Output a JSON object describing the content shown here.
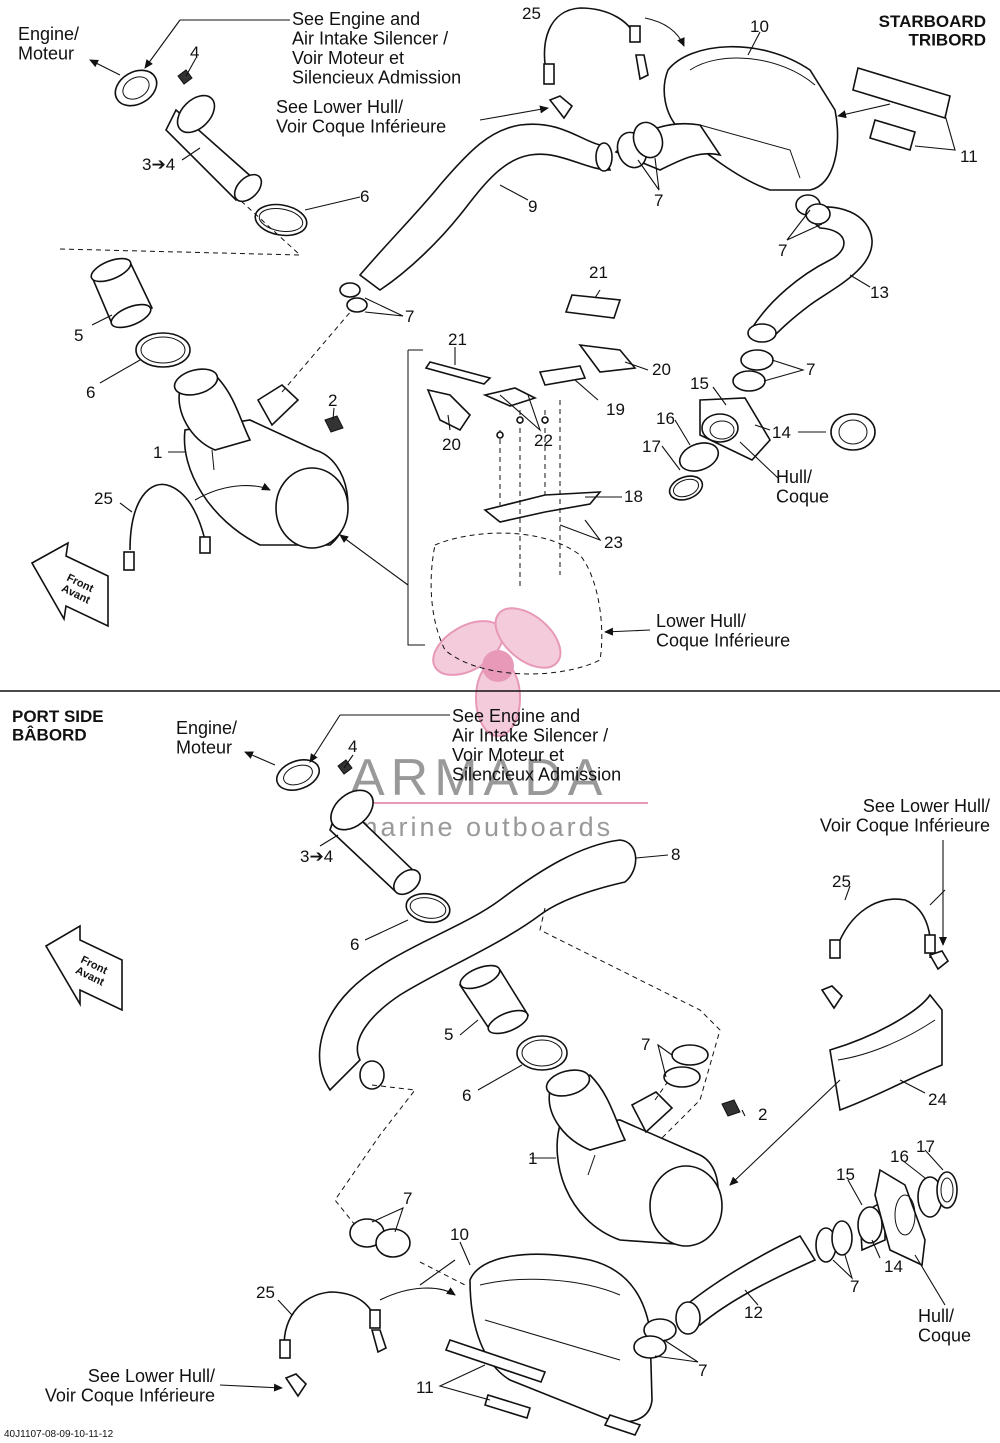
{
  "labels": {
    "engine_top": "Engine/\nMoteur",
    "see_engine_top": "See Engine and\nAir Intake Silencer /\nVoir Moteur et\nSilencieux Admission",
    "see_lower_hull_top": "See Lower Hull/\nVoir Coque Inférieure",
    "starboard": "STARBOARD\nTRIBORD",
    "front_top": "Front\nAvant",
    "lower_hull_top": "Lower Hull/\nCoque Inférieure",
    "hull_top": "Hull/\nCoque",
    "port": "PORT SIDE\nBÂBORD",
    "engine_bottom": "Engine/\nMoteur",
    "see_engine_bottom": "See Engine and\nAir Intake Silencer /\nVoir Moteur et\nSilencieux Admission",
    "see_lower_hull_right": "See Lower Hull/\nVoir Coque Inférieure",
    "front_bottom": "Front\nAvant",
    "hull_bottom": "Hull/\nCoque",
    "see_lower_hull_bottom": "See Lower Hull/\nVoir Coque Inférieure",
    "doc_code": "40J1107-08-09-10-11-12"
  },
  "watermark": {
    "brand": "ARMADA",
    "tagline": "marine outboards",
    "accent_color": "#e58fb0"
  },
  "callouts": {
    "c1a": "1",
    "c2a": "2",
    "c34a": "3➔4",
    "c4a": "4",
    "c5a": "5",
    "c6a": "6",
    "c6b": "6",
    "c7a": "7",
    "c7b": "7",
    "c7c": "7",
    "c7d": "7",
    "c9": "9",
    "c10a": "10",
    "c11a": "11",
    "c13": "13",
    "c14a": "14",
    "c15a": "15",
    "c16a": "16",
    "c17a": "17",
    "c18": "18",
    "c19": "19",
    "c20a": "20",
    "c20b": "20",
    "c21a": "21",
    "c21b": "21",
    "c22": "22",
    "c23": "23",
    "c25a": "25",
    "c25b": "25",
    "c1b": "1",
    "c2b": "2",
    "c34b": "3➔4",
    "c4b": "4",
    "c5b": "5",
    "c6c": "6",
    "c6d": "6",
    "c7e": "7",
    "c7f": "7",
    "c7g": "7",
    "c7h": "7",
    "c8": "8",
    "c10b": "10",
    "c11b": "11",
    "c12": "12",
    "c14b": "14",
    "c15b": "15",
    "c16b": "16",
    "c17b": "17",
    "c24": "24",
    "c25c": "25",
    "c25d": "25"
  }
}
